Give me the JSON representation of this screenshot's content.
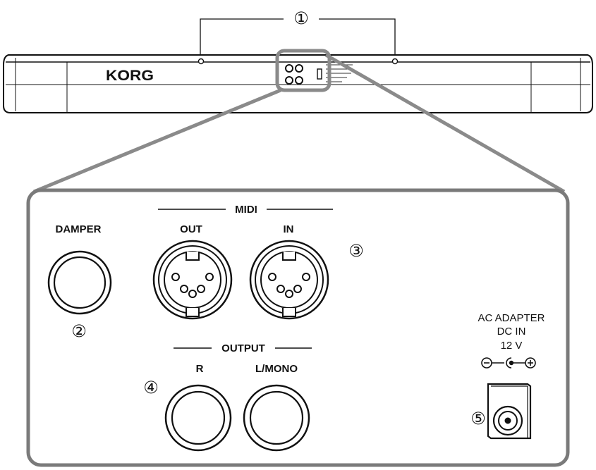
{
  "brand": "KORG",
  "callouts": {
    "c1": "①",
    "c2": "②",
    "c3": "③",
    "c4": "④",
    "c5": "⑤"
  },
  "labels": {
    "damper": "DAMPER",
    "midi": "MIDI",
    "midi_out": "OUT",
    "midi_in": "IN",
    "output": "OUTPUT",
    "out_r": "R",
    "out_lmono": "L/MONO",
    "ac_line1": "AC ADAPTER",
    "ac_line2": "DC IN",
    "ac_line3": "12 V"
  },
  "icons": {
    "polarity": "dc-polarity-center-positive-icon"
  },
  "colors": {
    "line": "#111111",
    "zoom_frame": "#8a8a8a",
    "panel_border": "#7a7a7a"
  }
}
